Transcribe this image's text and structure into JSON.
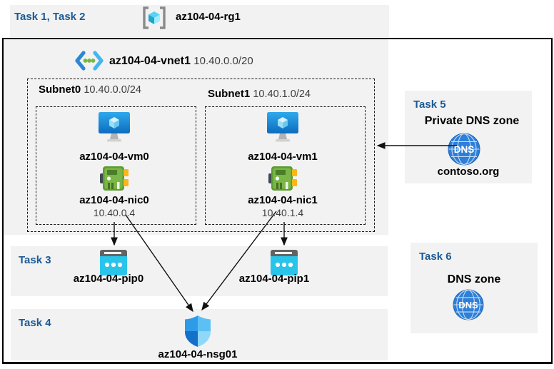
{
  "colors": {
    "task_label_blue": "#1a5a96",
    "band_gray": "#f2f2f2",
    "frame_black": "#000000",
    "vm_blue": "#1287dd",
    "nic_green": "#7ab648",
    "nic_yellow": "#fdb714",
    "pip_cyan": "#29c4ea",
    "nsg_shield_blues": [
      "#2d9be8",
      "#5cc0f4",
      "#1470c8",
      "#8fd8f9"
    ],
    "dns_blue": "#2e7fd8",
    "vnet_dot_green": "#76b83f"
  },
  "header": {
    "tasks": "Task 1, Task 2",
    "resource_group": "az104-04-rg1"
  },
  "vnet": {
    "name": "az104-04-vnet1",
    "cidr": "10.40.0.0/20",
    "subnets": [
      {
        "name": "Subnet0",
        "cidr": "10.40.0.0/24",
        "vm": "az104-04-vm0",
        "nic": "az104-04-nic0",
        "ip": "10.40.0.4"
      },
      {
        "name": "Subnet1",
        "cidr": "10.40.1.0/24",
        "vm": "az104-04-vm1",
        "nic": "az104-04-nic1",
        "ip": "10.40.1.4"
      }
    ]
  },
  "task3": {
    "label": "Task 3",
    "pip0": "az104-04-pip0",
    "pip1": "az104-04-pip1"
  },
  "task4": {
    "label": "Task 4",
    "nsg": "az104-04-nsg01"
  },
  "task5": {
    "label": "Task 5",
    "title": "Private DNS zone",
    "zone": "contoso.org",
    "dns_text": "DNS"
  },
  "task6": {
    "label": "Task 6",
    "title": "DNS zone",
    "dns_text": "DNS"
  }
}
